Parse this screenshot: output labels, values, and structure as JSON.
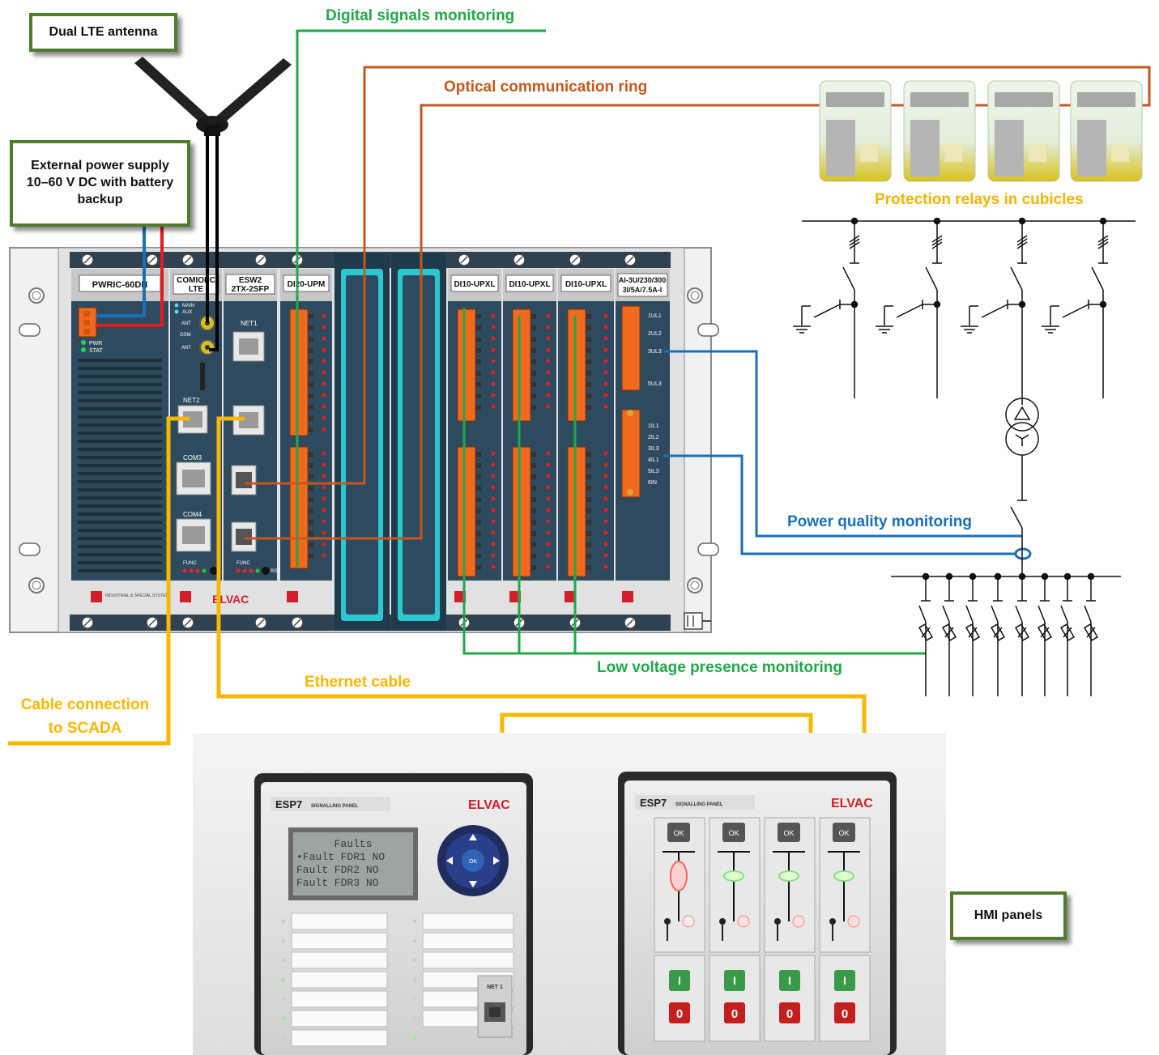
{
  "labels": {
    "antenna": "Dual LTE antenna",
    "power_supply": "External power supply 10–60 V DC with battery backup",
    "digital_signals": "Digital signals monitoring",
    "optical_ring": "Optical communication ring",
    "protection_relays": "Protection relays in cubicles",
    "power_quality": "Power quality monitoring",
    "low_voltage": "Low voltage presence monitoring",
    "ethernet_cable": "Ethernet cable",
    "scada": "Cable connection to SCADA",
    "hmi_panels": "HMI panels"
  },
  "modules": [
    {
      "name": "PWRIC-60DH"
    },
    {
      "name": "COMIOPC LTE"
    },
    {
      "name": "ESW2 2TX-2SFP"
    },
    {
      "name": "DI20-UPM"
    },
    {
      "name": "DI10-UPXL"
    },
    {
      "name": "DI10-UPXL"
    },
    {
      "name": "DI10-UPXL"
    },
    {
      "name": "AI-3U/230/300 3I/5A/7.5A-I"
    }
  ],
  "rack_labels": {
    "main": "MAIN",
    "aux": "AUX",
    "ant": "ANT",
    "gsm": "GSM",
    "pwr": "PWR",
    "stat": "STAT",
    "net1": "NET1",
    "net2": "NET2",
    "com3": "COM3",
    "com4": "COM4",
    "func": "FUNC",
    "rst": "RST",
    "brand": "ELVAC",
    "brand_sub": "INDUSTRIAL & SPECIAL SYSTEMS"
  },
  "ai_channels_voltage": [
    "1UL1",
    "2UL2",
    "3UL3",
    "5UL3"
  ],
  "ai_channels_current": [
    "1IL1",
    "2IL2",
    "3IL3",
    "4IL1",
    "5IL3",
    "6IN"
  ],
  "hmi": {
    "left_model": "ESP7",
    "left_subtitle": "SIGNALLING PANEL",
    "brand": "ELVAC",
    "lcd_lines": [
      "Faults",
      "•Fault FDR1  NO",
      " Fault FDR2  NO",
      " Fault FDR3  NO"
    ],
    "ok": "OK",
    "net1": "NET 1",
    "right_model": "ESP7",
    "right_subtitle": "SIGNALLING PANEL",
    "on_label": "I",
    "off_label": "0"
  },
  "colors": {
    "green_line": "#22a84a",
    "orange_line": "#c4581c",
    "blue_line": "#1a6fb8",
    "yellow_line": "#f7b800",
    "box_border": "#4f7d2c",
    "relay_label": "#f5b400",
    "terminal_orange": "#f06a1e"
  }
}
